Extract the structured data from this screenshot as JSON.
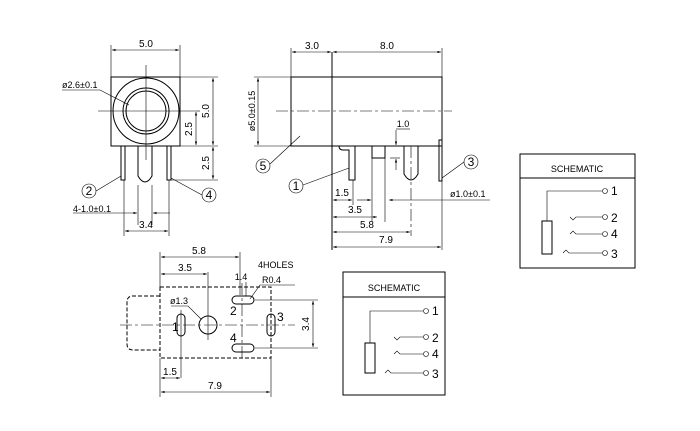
{
  "front_view": {
    "width_dim": "5.0",
    "height_dim": "5.0",
    "center_dim": "2.5",
    "pin_dim": "2.5",
    "hole_dia": "ø2.6±0.1",
    "pin_dia": "4-1.0±0.1",
    "pin_spacing": "3.4",
    "labels": [
      "2",
      "4"
    ]
  },
  "side_view": {
    "front_dim": "3.0",
    "body_dim": "8.0",
    "dia_dim": "ø5.0±0.15",
    "pin_width": "1.0",
    "dims": [
      "1.5",
      "3.5",
      "5.8",
      "7.9"
    ],
    "pin_dia": "ø1.0±0.1",
    "labels": [
      "5",
      "1",
      "3"
    ]
  },
  "bottom_view": {
    "dims_top": [
      "5.8",
      "3.5",
      "1.4"
    ],
    "holes_note": "4HOLES",
    "radius_note": "R0.4",
    "hole_dia": "ø1.3",
    "vert_dim": "3.4",
    "dims_bottom": [
      "1.5",
      "7.9"
    ],
    "pin_labels": [
      "1",
      "2",
      "3",
      "4"
    ]
  },
  "schematic_1": {
    "title": "SCHEMATIC",
    "pins": [
      "1",
      "2",
      "4",
      "3"
    ]
  },
  "schematic_2": {
    "title": "SCHEMATIC",
    "pins": [
      "1",
      "2",
      "4",
      "3"
    ]
  }
}
